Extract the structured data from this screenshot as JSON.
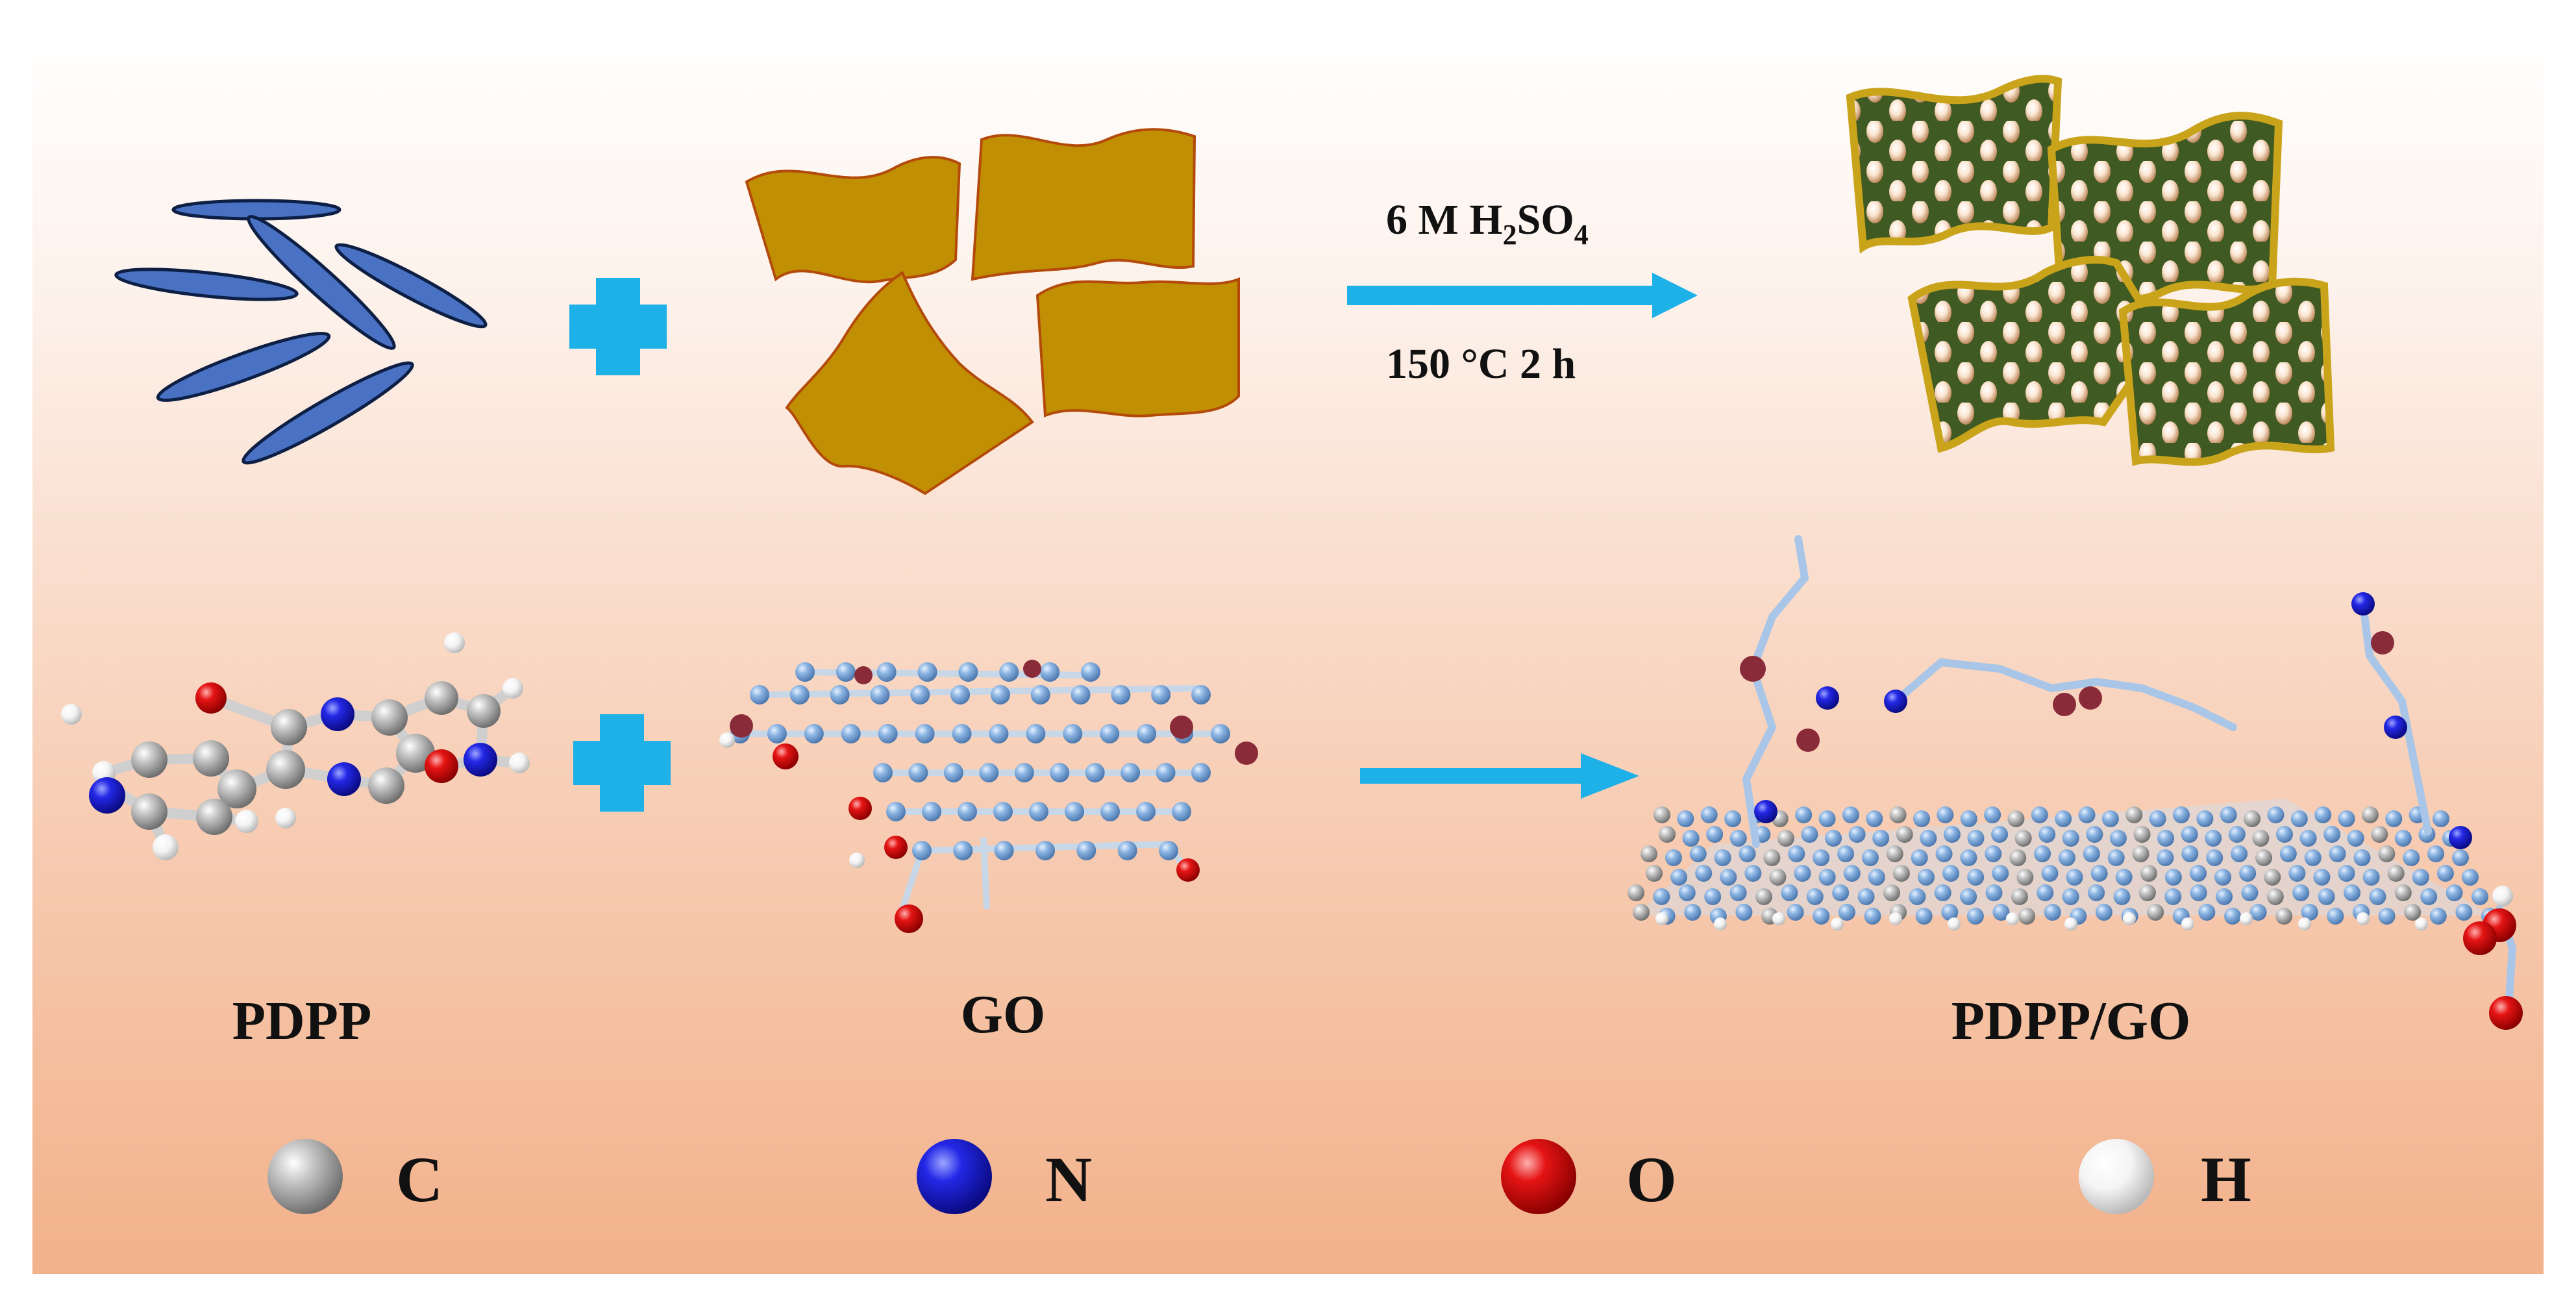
{
  "colors": {
    "background_top": "#ffffff",
    "background_bottom": "#f2b18a",
    "arrow": "#1eb1e8",
    "plus": "#1eb1e8",
    "rod_fill": "#4a72c4",
    "sheet_fill": "#c18f04",
    "sheet_edge": "#b34a0a",
    "composite_fill": "#3f5a22",
    "composite_edge": "#c9a31a",
    "carbon": "#9a9a9a",
    "nitrogen": "#1b1ee0",
    "oxygen": "#e01010",
    "hydrogen": "#f2f2f2",
    "go_carbon": "#8fb3d9"
  },
  "reaction": {
    "reagent": "6 M H",
    "reagent_sub1": "2",
    "reagent_mid": "SO",
    "reagent_sub2": "4",
    "conditions": "150 °C 2 h"
  },
  "molecule_labels": {
    "pdpp": "PDPP",
    "go": "GO",
    "composite": "PDPP/GO"
  },
  "legend": [
    {
      "symbol": "C",
      "color_key": "carbon"
    },
    {
      "symbol": "N",
      "color_key": "nitrogen"
    },
    {
      "symbol": "O",
      "color_key": "oxygen"
    },
    {
      "symbol": "H",
      "color_key": "hydrogen"
    }
  ],
  "icons": [
    "plus-icon",
    "reaction-arrow-icon",
    "atom-sphere-icon"
  ]
}
